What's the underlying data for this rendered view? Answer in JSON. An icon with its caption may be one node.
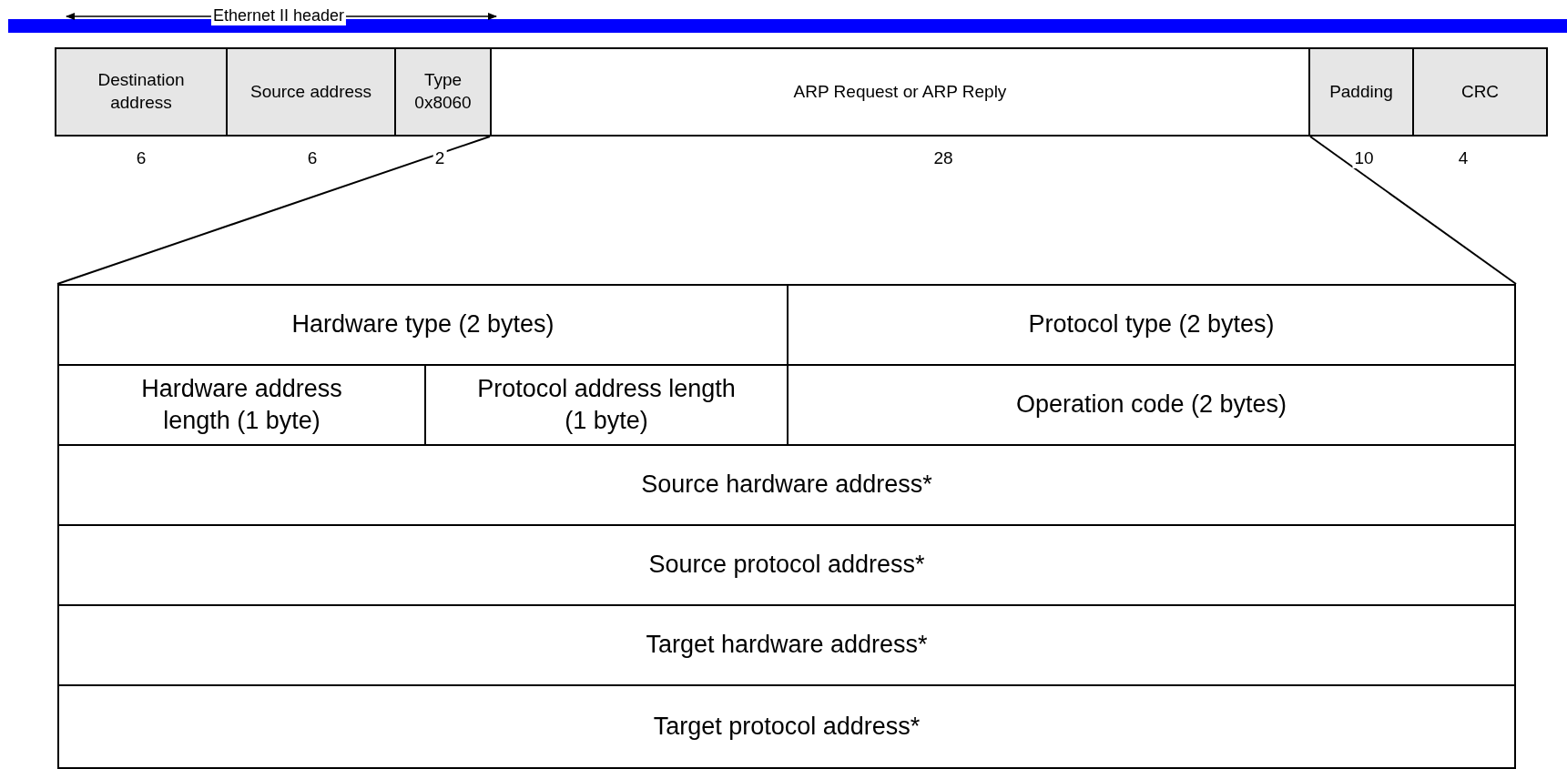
{
  "diagram": {
    "nodes": [
      {
        "text": [
          "Destination address"
        ],
        "beside": [
          "6"
        ]
      },
      {
        "text": [
          "Source address"
        ],
        "beside": [
          "6"
        ]
      },
      {
        "text": [
          "Type 0x8060"
        ],
        "beside": [
          "2"
        ]
      },
      {
        "text": [
          "ARP Request or ARP Reply"
        ],
        "beside": [
          "28"
        ]
      },
      {
        "text": [
          "Padding"
        ],
        "beside": [
          "10"
        ]
      },
      {
        "text": [
          "CRC"
        ],
        "beside": [
          "4"
        ]
      },
      {
        "text": [],
        "shape": "box"
      },
      {
        "text": [
          "Hardware type (2 bytes)"
        ],
        "in": 6
      },
      {
        "text": [
          "Protocol type (2 bytes)"
        ],
        "in": 6
      },
      {
        "text": [
          "Hardware address length (1 byte)"
        ],
        "in": 6
      },
      {
        "text": [
          "Protocol address length (1 byte)"
        ],
        "in": 6
      },
      {
        "text": [
          "Operation code (2 bytes)"
        ],
        "in": 6
      },
      {
        "text": [
          "Source hardware address*"
        ],
        "in": 6
      },
      {
        "text": [
          "Source protocol address*"
        ],
        "in": 6
      },
      {
        "text": [
          "Target hardware address*"
        ],
        "in": 6
      },
      {
        "text": [
          "Target protocol address*"
        ],
        "in": 6
      }
    ],
    "edges": [
      {
        "from": 3,
        "to": 6,
        "arrow": "none"
      },
      {
        "from": 3,
        "to": 6,
        "arrow": "none"
      }
    ],
    "labels": [
      "Ethernet II header"
    ]
  }
}
